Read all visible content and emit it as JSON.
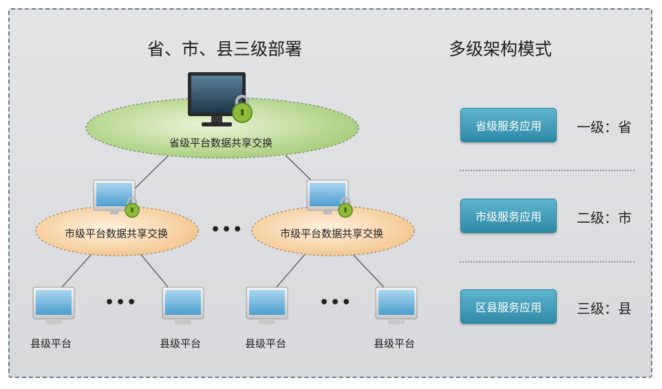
{
  "diagram": {
    "left_title": "省、市、县三级部署",
    "right_title": "多级架构模式",
    "province_node": {
      "label": "省级平台数据共享交换"
    },
    "city_nodes": [
      {
        "label": "市级平台数据共享交换"
      },
      {
        "label": "市级平台数据共享交换"
      }
    ],
    "county_nodes": [
      {
        "label": "县级平台"
      },
      {
        "label": "县级平台"
      },
      {
        "label": "县级平台"
      },
      {
        "label": "县级平台"
      }
    ],
    "ellipsis": "•••",
    "levels": [
      {
        "button": "省级服务应用",
        "text": "一级：省"
      },
      {
        "button": "市级服务应用",
        "text": "二级：市"
      },
      {
        "button": "区县服务应用",
        "text": "三级：县"
      }
    ]
  },
  "colors": {
    "province_fill": "#b7d68f",
    "city_fill": "#f6cfa0",
    "button_fill": "#3f9cb8",
    "border": "#6a7a86"
  }
}
